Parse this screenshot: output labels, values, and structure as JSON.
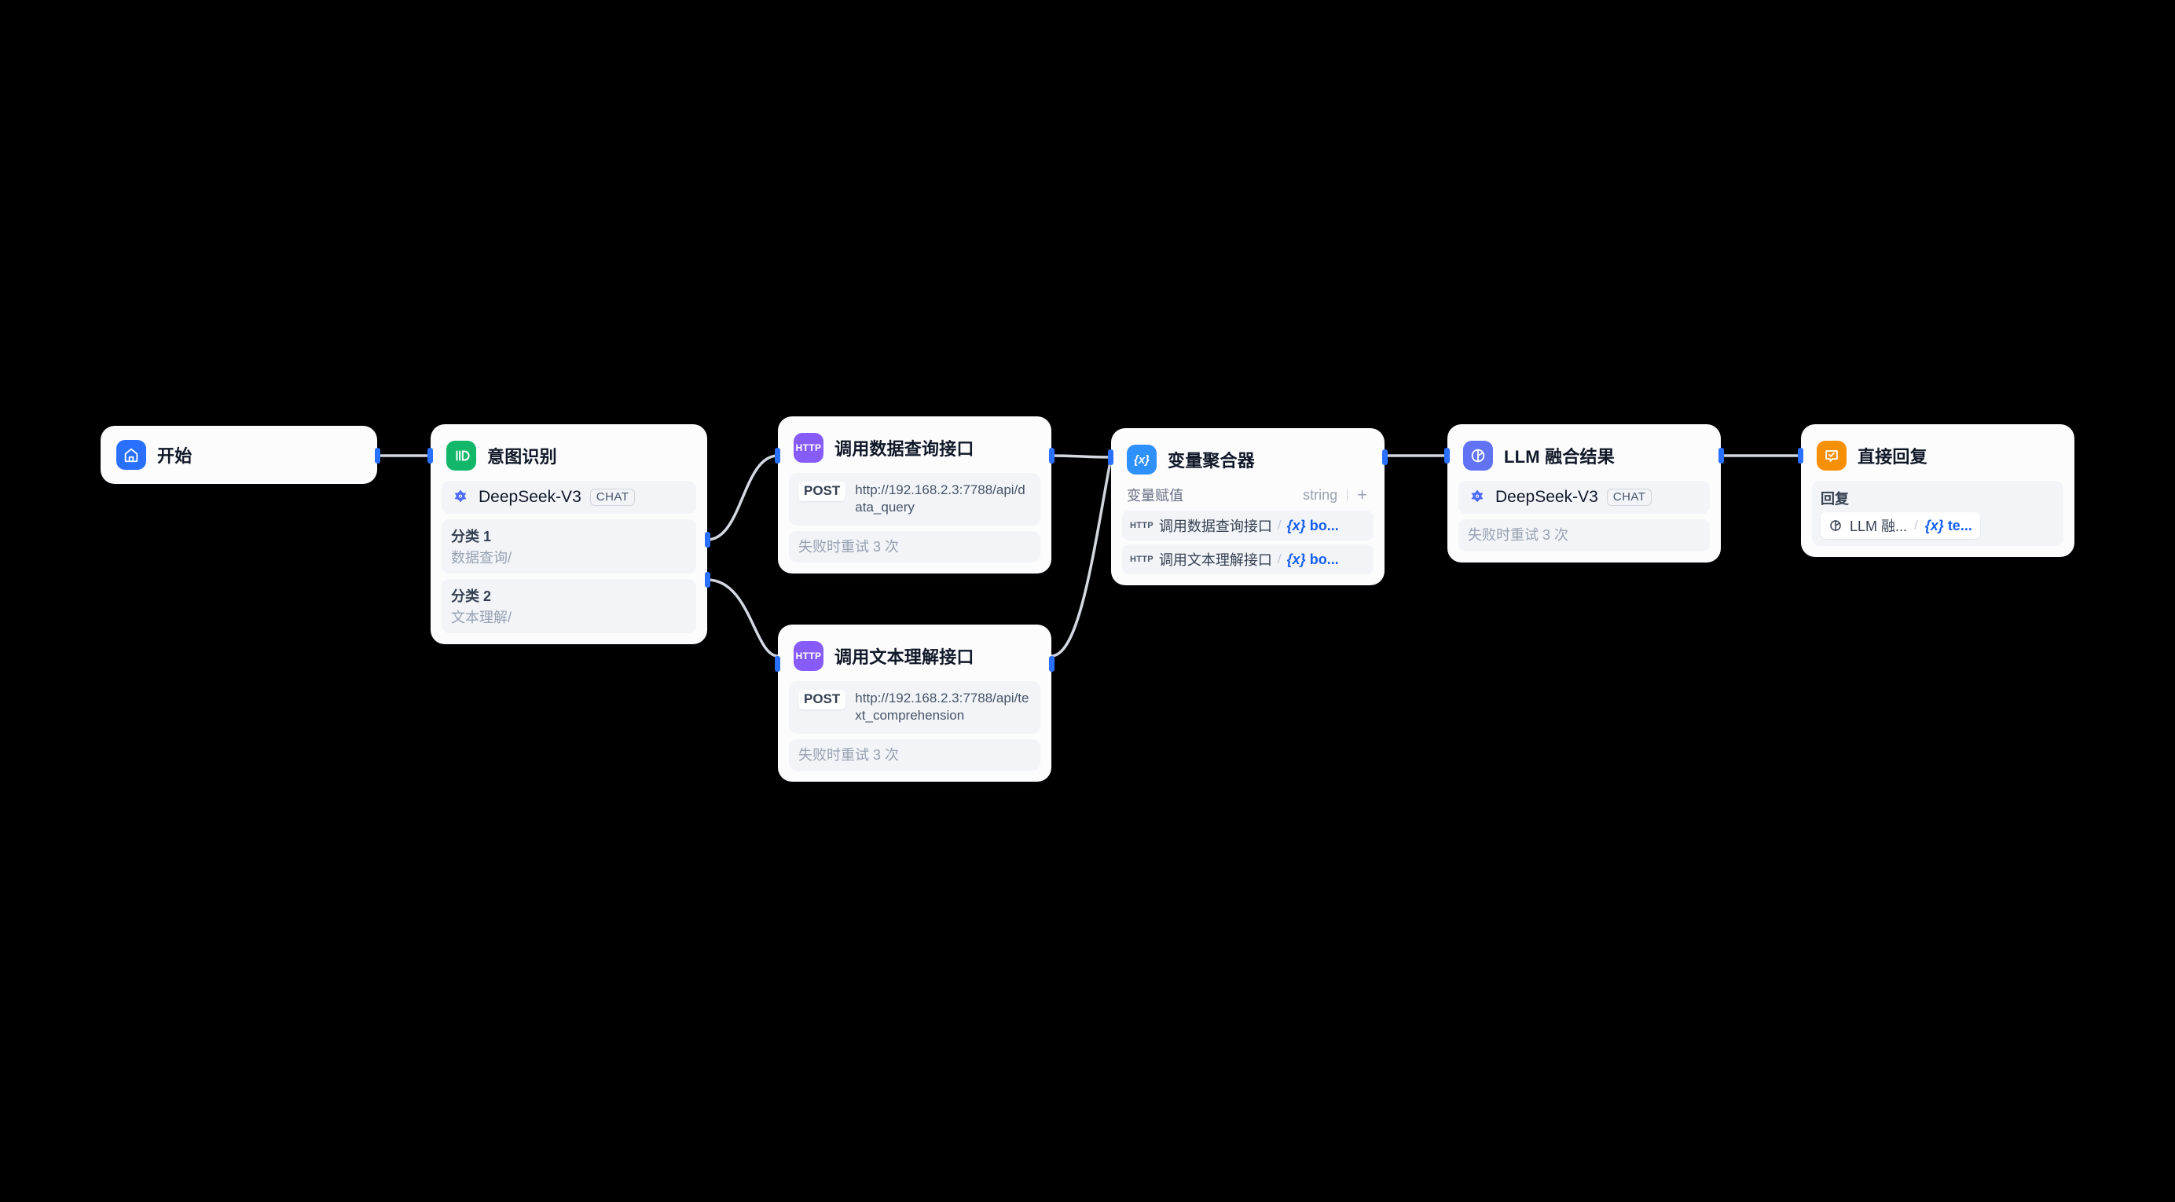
{
  "canvas": {
    "background": "#000000",
    "edge_color": "#d0d5dd",
    "port_color": "#2970ff"
  },
  "nodes": {
    "start": {
      "title": "开始",
      "icon": "home-icon",
      "icon_color": "#2970ff"
    },
    "intent": {
      "title": "意图识别",
      "icon": "question-classifier-icon",
      "icon_color": "#12b76a",
      "model": {
        "name": "DeepSeek-V3",
        "badge": "CHAT",
        "icon": "deepseek-icon"
      },
      "classes": [
        {
          "name": "分类 1",
          "value": "数据查询/"
        },
        {
          "name": "分类 2",
          "value": "文本理解/"
        }
      ]
    },
    "http_data_query": {
      "title": "调用数据查询接口",
      "icon": "http-icon",
      "icon_color": "#875bf7",
      "icon_label": "HTTP",
      "method": "POST",
      "url": "http://192.168.2.3:7788/api/data_query",
      "retry": "失败时重试 3 次"
    },
    "http_text_comprehension": {
      "title": "调用文本理解接口",
      "icon": "http-icon",
      "icon_color": "#875bf7",
      "icon_label": "HTTP",
      "method": "POST",
      "url": "http://192.168.2.3:7788/api/text_comprehension",
      "retry": "失败时重试 3 次"
    },
    "aggregator": {
      "title": "变量聚合器",
      "icon": "variable-aggregator-icon",
      "icon_color": "#2e90fa",
      "icon_label": "{x}",
      "assign_label": "变量赋值",
      "output_type": "string",
      "add_label": "+",
      "variables": [
        {
          "badge": "HTTP",
          "node": "调用数据查询接口",
          "sep": "/",
          "ref": "bo..."
        },
        {
          "badge": "HTTP",
          "node": "调用文本理解接口",
          "sep": "/",
          "ref": "bo..."
        }
      ]
    },
    "llm": {
      "title": "LLM 融合结果",
      "icon": "llm-icon",
      "icon_color": "#6172f3",
      "model": {
        "name": "DeepSeek-V3",
        "badge": "CHAT",
        "icon": "deepseek-icon"
      },
      "retry": "失败时重试 3 次"
    },
    "answer": {
      "title": "直接回复",
      "icon": "answer-icon",
      "icon_color": "#f79009",
      "reply_label": "回复",
      "chip": {
        "icon": "llm-icon",
        "node": "LLM 融...",
        "sep": "/",
        "ref": "te..."
      }
    }
  },
  "edges": [
    {
      "from": "start",
      "to": "intent"
    },
    {
      "from": "intent.分类 1",
      "to": "http_data_query"
    },
    {
      "from": "intent.分类 2",
      "to": "http_text_comprehension"
    },
    {
      "from": "http_data_query",
      "to": "aggregator"
    },
    {
      "from": "http_text_comprehension",
      "to": "aggregator"
    },
    {
      "from": "aggregator",
      "to": "llm"
    },
    {
      "from": "llm",
      "to": "answer"
    }
  ]
}
